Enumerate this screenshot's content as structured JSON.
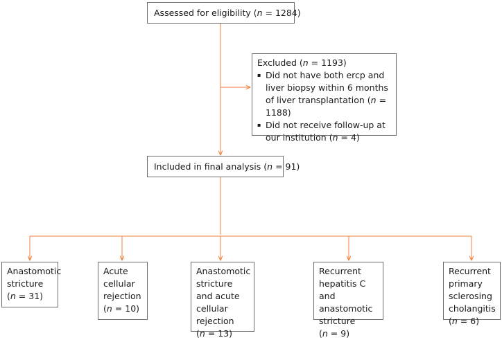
{
  "n_symbol": "n",
  "assessed": {
    "prefix": "Assessed for eligibility (",
    "suffix": " = 1284)"
  },
  "excluded": {
    "prefix": "Excluded (",
    "suffix": " = 1193)",
    "items": [
      {
        "prefix": "Did not have both ercp and liver biopsy within 6 months of liver transplantation (",
        "suffix": " = 1188)"
      },
      {
        "prefix": "Did not receive follow-up at our institution (",
        "suffix": " = 4)"
      }
    ]
  },
  "included": {
    "prefix": "Included in final analysis (",
    "suffix": " = 91)"
  },
  "groups": [
    {
      "label": "Anastomotic stricture",
      "count_prefix": "(",
      "count_suffix": " = 31)"
    },
    {
      "label": "Acute cellular rejection",
      "count_prefix": "(",
      "count_suffix": " = 10)"
    },
    {
      "label": "Anastomotic stricture and acute cellular rejection",
      "count_prefix": "(",
      "count_suffix": " = 13)"
    },
    {
      "label": "Recurrent hepatitis C and anastomotic stricture",
      "count_prefix": "(",
      "count_suffix": " = 9)"
    },
    {
      "label": "Recurrent primary sclerosing cholangitis",
      "count_prefix": "(",
      "count_suffix": " = 6)"
    }
  ],
  "colors": {
    "connector": "#f07f3c",
    "border": "#6b6b6b"
  }
}
